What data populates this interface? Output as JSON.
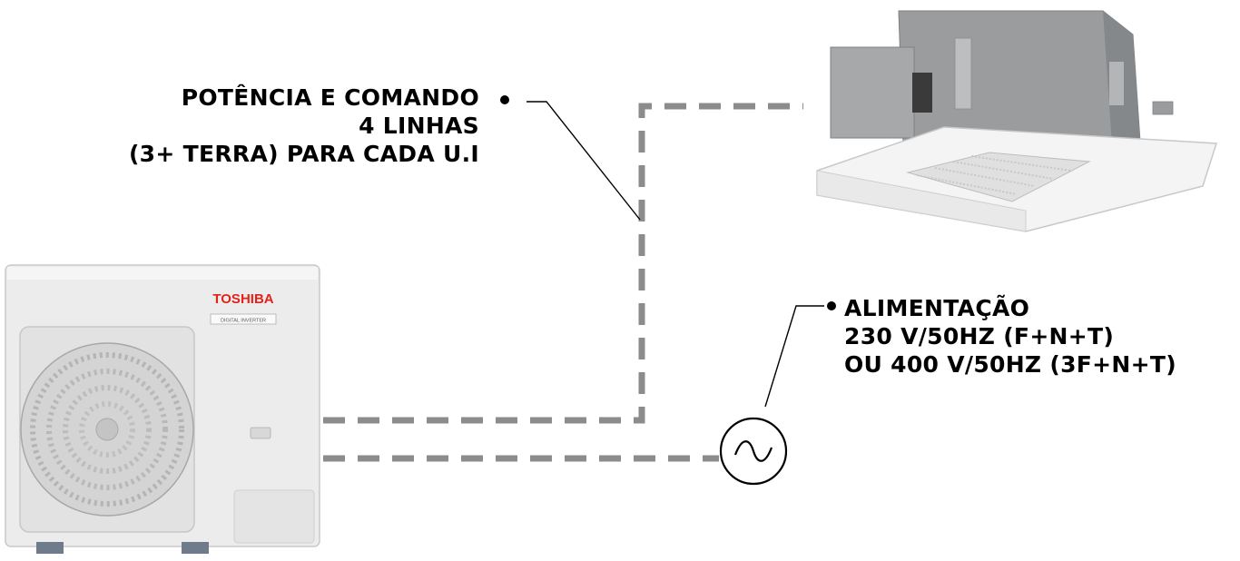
{
  "power_control_label": {
    "lines": [
      "POTÊNCIA E COMANDO",
      "4 LINHAS",
      "(3+ TERRA) PARA CADA U.I"
    ]
  },
  "supply_label": {
    "lines": [
      "ALIMENTAÇÃO",
      "230 V/50HZ (F+N+T)",
      "OU 400 V/50HZ (3F+N+T)"
    ]
  },
  "outdoor_unit": {
    "brand": "TOSHIBA",
    "model_badge": "DIGITAL INVERTER"
  },
  "ac_symbol": "~",
  "colors": {
    "dashed_line": "#8c8c8c",
    "text": "#000000",
    "brand_red": "#e2231a",
    "unit_body": "#ececec",
    "cassette_body": "#9a9c9e"
  },
  "icons": [
    "outdoor-unit-icon",
    "cassette-indoor-unit-icon",
    "ac-source-icon",
    "bullet-icon"
  ]
}
